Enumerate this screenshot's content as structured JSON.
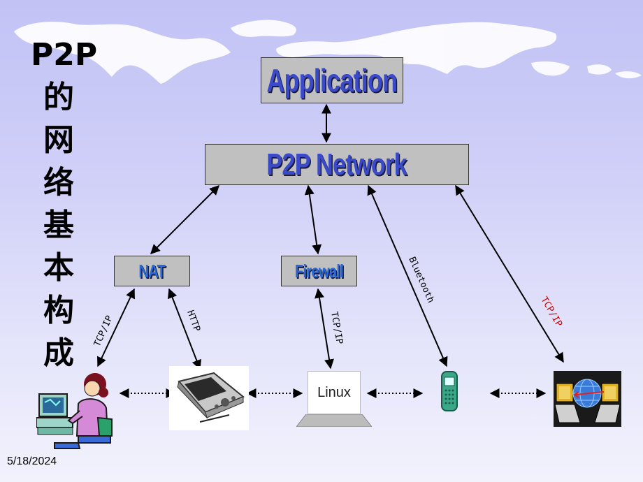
{
  "title_chars": [
    "P2P",
    "的",
    "网",
    "络",
    "基",
    "本",
    "构",
    "成"
  ],
  "boxes": {
    "application": "Application",
    "p2p_network": "P2P Network",
    "nat": "NAT",
    "firewall": "Firewall"
  },
  "link_labels": {
    "tcpip_user": "TCP/IP",
    "http": "HTTP",
    "tcpip_linux": "TCP/IP",
    "bluetooth": "Bluetooth",
    "tcpip_net": "TCP/IP"
  },
  "devices": {
    "linux_label": "Linux"
  },
  "footer": {
    "date": "5/18/2024"
  },
  "colors": {
    "box_fill": "#c0c0c0",
    "box_text": "#3a4ac8",
    "tcpip_net_label": "#cc0000"
  }
}
